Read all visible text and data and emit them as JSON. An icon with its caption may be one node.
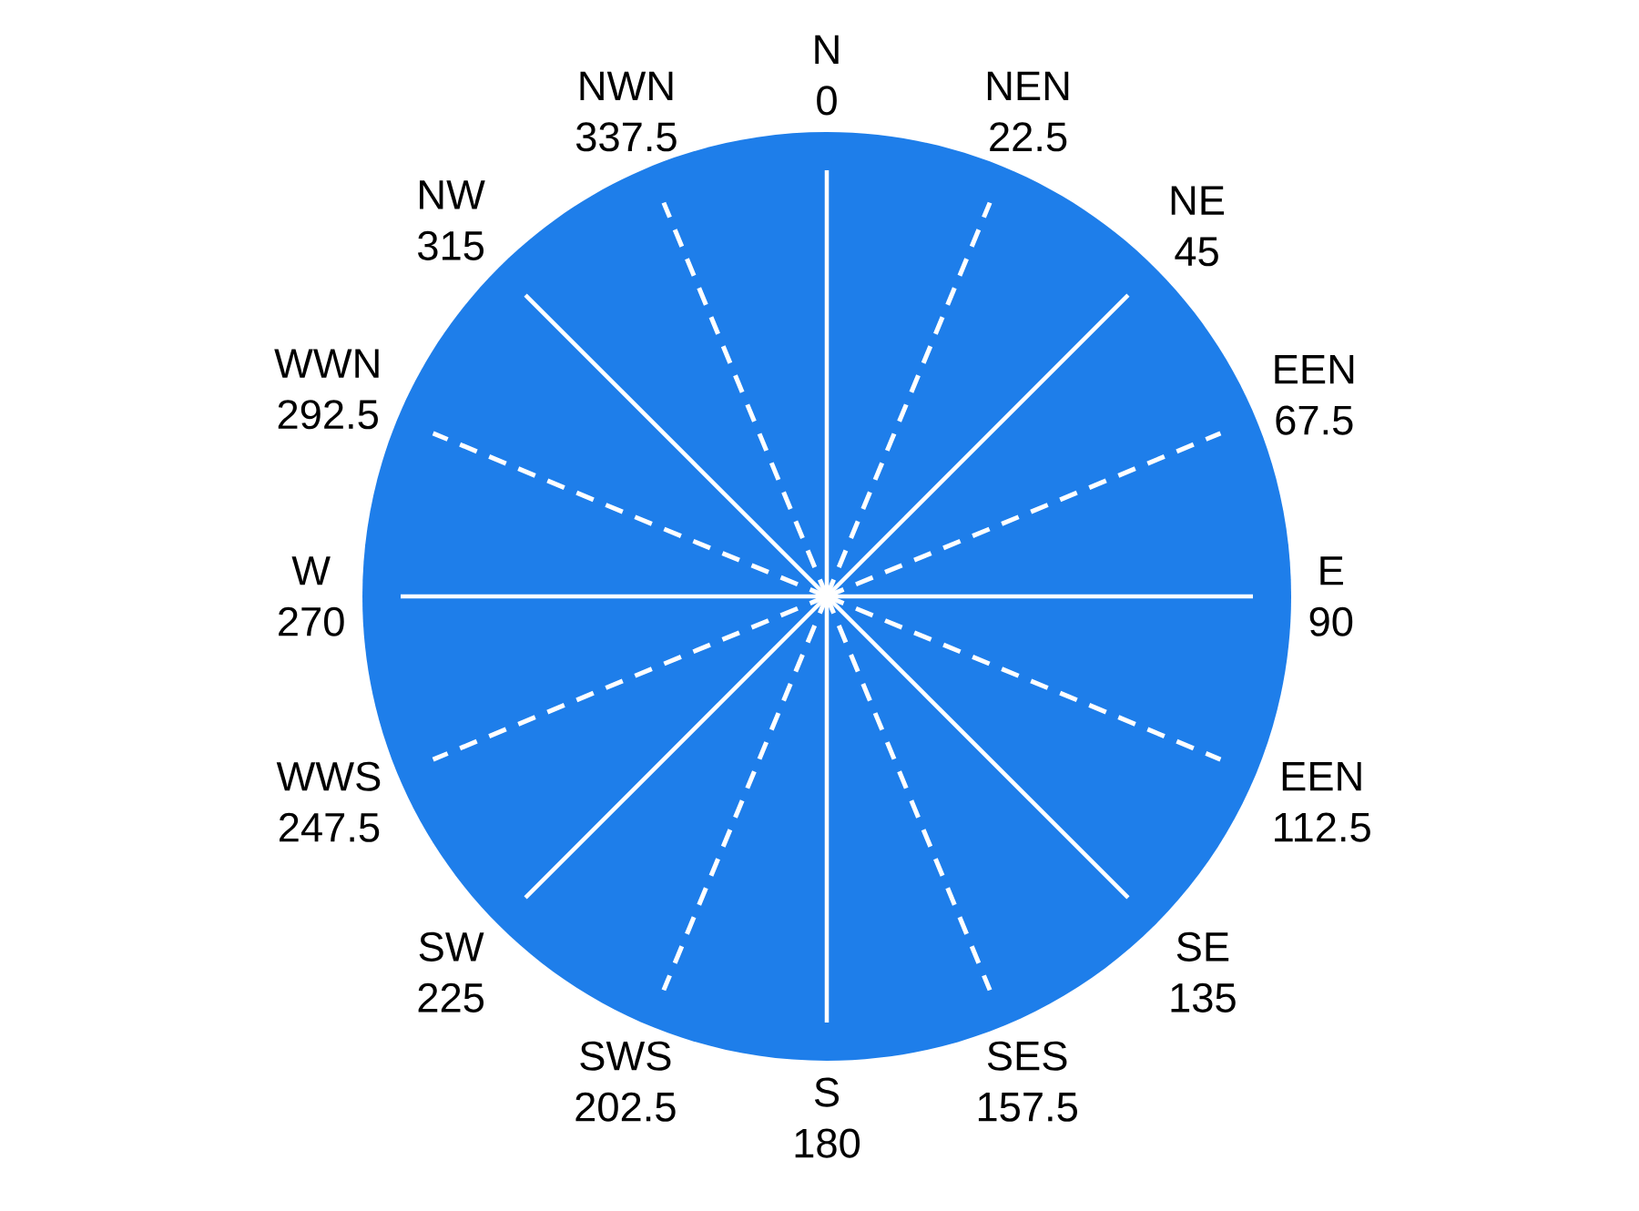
{
  "diagram": {
    "labels": [
      "N",
      "0",
      "NEN",
      "22.5",
      "NE",
      "45",
      "EEN",
      "67.5",
      "E",
      "90",
      "EEN",
      "112.5",
      "SE",
      "135",
      "SES",
      "157.5",
      "S",
      "180",
      "SWS",
      "202.5",
      "SW",
      "225",
      "WWS",
      "247.5",
      "W",
      "270",
      "WWN",
      "292.5",
      "NW",
      "315",
      "NWN",
      "337.5"
    ]
  }
}
